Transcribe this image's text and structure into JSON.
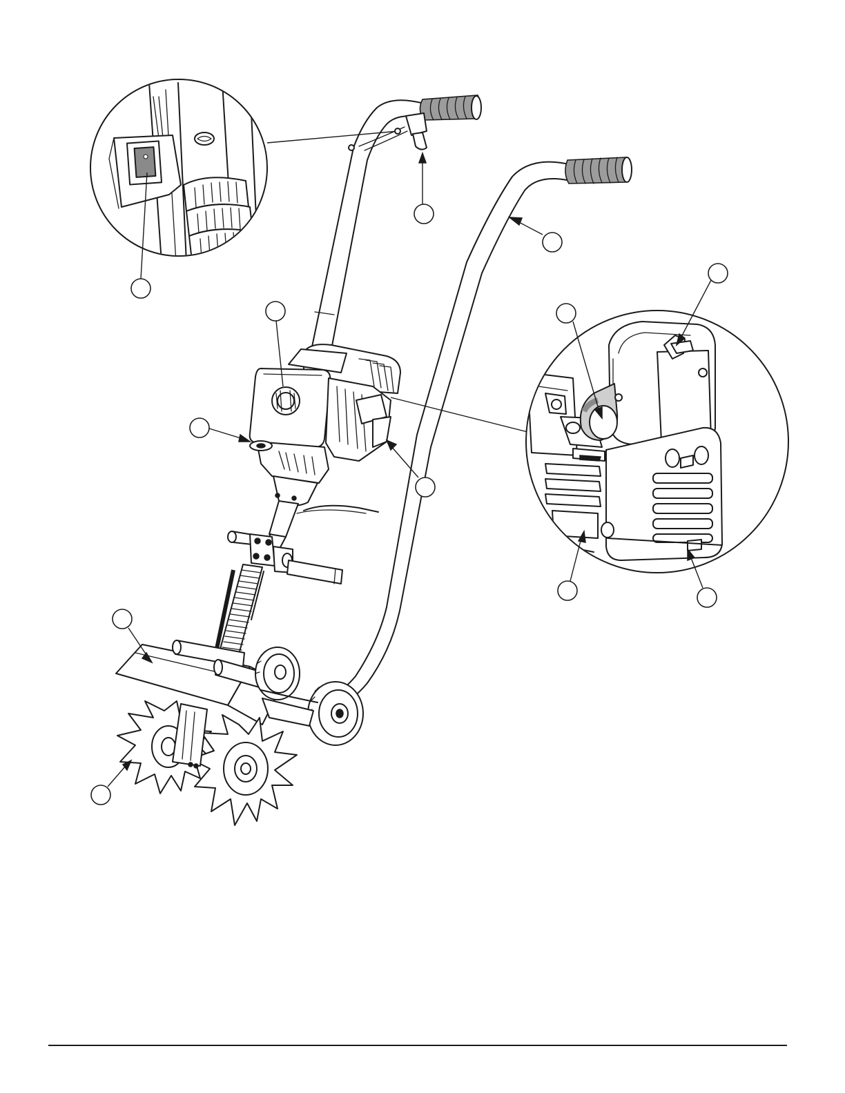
{
  "figure": {
    "callouts": [
      {
        "id": "switch-detail",
        "label": ""
      },
      {
        "id": "throttle",
        "label": ""
      },
      {
        "id": "handle",
        "label": ""
      },
      {
        "id": "fuel-cap",
        "label": ""
      },
      {
        "id": "choke",
        "label": ""
      },
      {
        "id": "spark-plug",
        "label": ""
      },
      {
        "id": "primer",
        "label": ""
      },
      {
        "id": "depth-bar",
        "label": ""
      },
      {
        "id": "tine-shield",
        "label": ""
      },
      {
        "id": "tines",
        "label": ""
      },
      {
        "id": "starter-detail-bottom-left",
        "label": ""
      },
      {
        "id": "starter-detail-bottom-right",
        "label": ""
      }
    ]
  },
  "colors": {
    "line": "#1a1a1a",
    "grip": "#9c9c9c",
    "switch_face": "#8a8a8a",
    "shade": "#cfcfcf"
  },
  "icons": [
    "tiller-illustration",
    "on-off-switch-icon",
    "spark-plug-boot-icon",
    "primer-bulb-icon"
  ]
}
